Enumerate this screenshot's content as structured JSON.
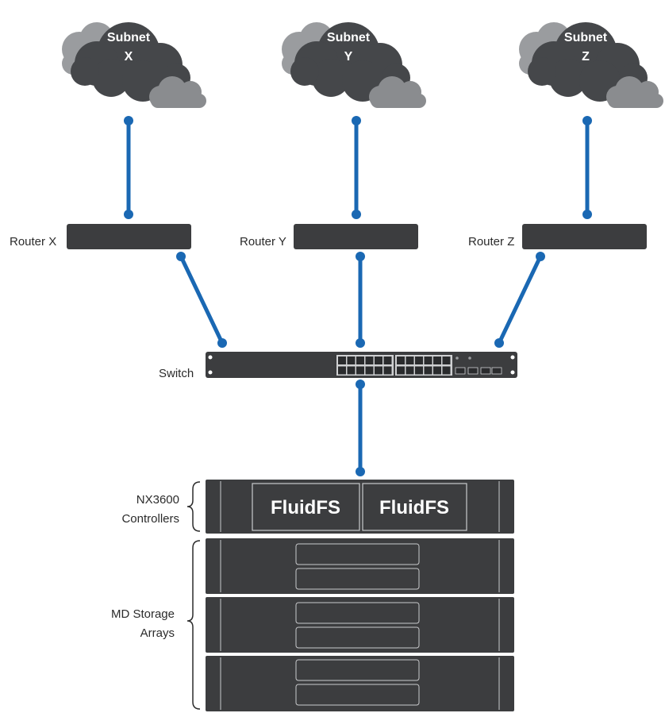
{
  "subnets": [
    {
      "line1": "Subnet",
      "line2": "X"
    },
    {
      "line1": "Subnet",
      "line2": "Y"
    },
    {
      "line1": "Subnet",
      "line2": "Z"
    }
  ],
  "routers": [
    {
      "label": "Router X"
    },
    {
      "label": "Router Y"
    },
    {
      "label": "Router Z"
    }
  ],
  "switch": {
    "label": "Switch"
  },
  "controllers": {
    "label_line1": "NX3600",
    "label_line2": "Controllers",
    "modules": [
      "FluidFS",
      "FluidFS"
    ]
  },
  "storage": {
    "label_line1": "MD Storage",
    "label_line2": "Arrays"
  },
  "colors": {
    "link": "#1a68b3",
    "device": "#3c3d3f",
    "cloud_dark": "#45474a",
    "cloud_light": "#8a8c8f",
    "label_text": "#2b2b2b"
  }
}
